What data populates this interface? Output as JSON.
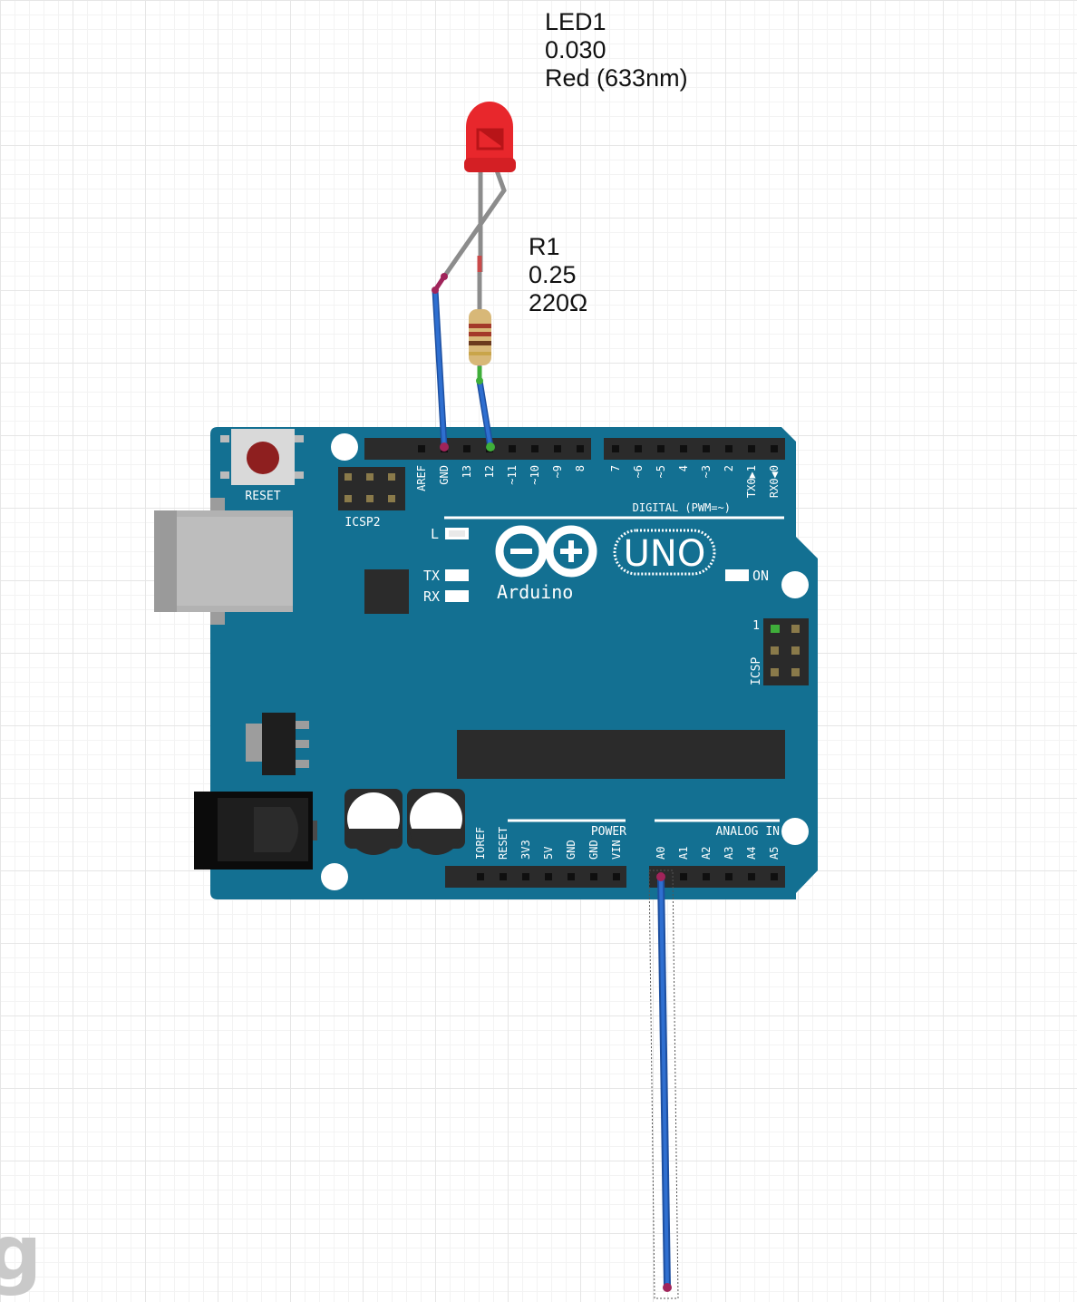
{
  "led": {
    "name": "LED1",
    "value": "0.030",
    "color_desc": "Red (633nm)"
  },
  "resistor": {
    "name": "R1",
    "value": "0.25",
    "resistance": "220Ω"
  },
  "board": {
    "reset_label": "RESET",
    "icsp2_label": "ICSP2",
    "icsp_label": "ICSP",
    "icsp_pin1": "1",
    "led_l": "L",
    "led_tx": "TX",
    "led_rx": "RX",
    "on_label": "ON",
    "brand": "Arduino",
    "model": "UNO",
    "digital_label": "DIGITAL (PWM=~)",
    "power_label": "POWER",
    "analog_label": "ANALOG IN",
    "digital_pins_left": [
      "AREF",
      "GND",
      "13",
      "12",
      "~11",
      "~10",
      "~9",
      "8"
    ],
    "digital_pins_right": [
      "7",
      "~6",
      "~5",
      "4",
      "~3",
      "2",
      "TX0▶1",
      "RX0◀0"
    ],
    "power_pins": [
      "IOREF",
      "RESET",
      "3V3",
      "5V",
      "GND",
      "GND",
      "VIN"
    ],
    "analog_pins": [
      "A0",
      "A1",
      "A2",
      "A3",
      "A4",
      "A5"
    ]
  },
  "colors": {
    "board": "#137092",
    "wire": "#2f6fd0",
    "led_red": "#e8272c"
  },
  "watermark_glyph": "g"
}
